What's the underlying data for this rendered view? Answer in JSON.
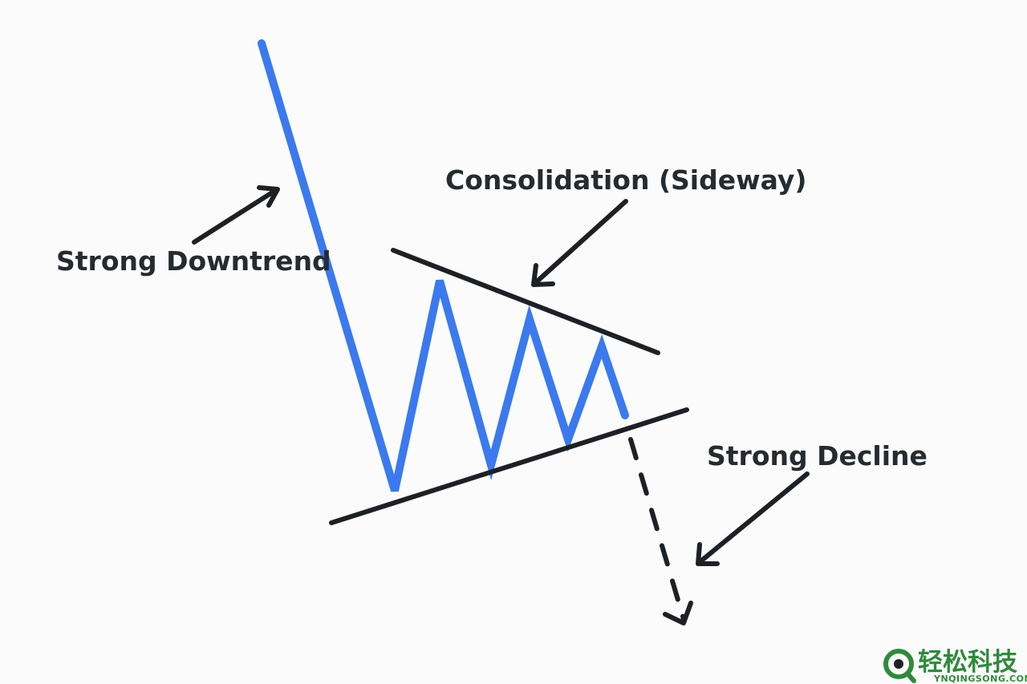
{
  "labels": {
    "strong_downtrend": "Strong Downtrend",
    "consolidation": "Consolidation (Sideway)",
    "strong_decline": "Strong Decline"
  },
  "watermark": {
    "brand": "轻松科技",
    "domain": "YNQINGSONG.COM"
  },
  "colors": {
    "price_line": "#3b79ee",
    "trend_line": "#1d2024",
    "text": "#262b30",
    "watermark": "#2f8a3c"
  },
  "icons": [
    "arrow-icon",
    "magnifier-logo-icon"
  ]
}
